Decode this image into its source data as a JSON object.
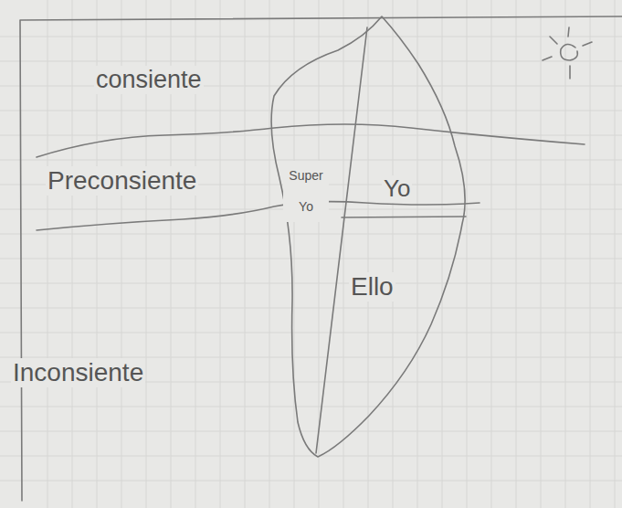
{
  "diagram": {
    "labels": [
      "consiente",
      "Preconsiente",
      "Super Yo",
      "Yo",
      "Ello",
      "Inconsiente"
    ]
  }
}
